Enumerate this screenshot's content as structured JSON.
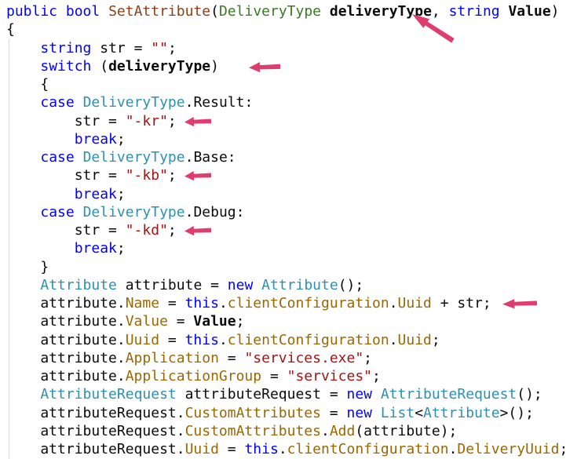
{
  "editor": {
    "background": "#ffffff",
    "colors": {
      "background": "#ffffff",
      "keyword": "#0000ff",
      "type": "#2b91af",
      "enum_type": "#377b21",
      "string": "#a31515",
      "member": "#9a6700",
      "method": "#8c3f12",
      "parameter": "#0a0a0a",
      "plain": "#0a0a0a",
      "arrow": "#de3d6d",
      "indent_guide": "#d7d7d7"
    },
    "lines": [
      {
        "segments": [
          [
            "kw",
            "public"
          ],
          [
            "pl",
            " "
          ],
          [
            "kw",
            "bool"
          ],
          [
            "pl",
            " "
          ],
          [
            "mth",
            "SetAttribute"
          ],
          [
            "pl",
            "("
          ],
          [
            "en",
            "DeliveryType"
          ],
          [
            "pl",
            " "
          ],
          [
            "pr",
            "deliveryType"
          ],
          [
            "pl",
            ", "
          ],
          [
            "kw",
            "string"
          ],
          [
            "pl",
            " "
          ],
          [
            "pr",
            "Value"
          ],
          [
            "pl",
            ")"
          ]
        ]
      },
      {
        "segments": [
          [
            "pl",
            "{"
          ]
        ]
      },
      {
        "segments": [
          [
            "pl",
            "    "
          ],
          [
            "kw",
            "string"
          ],
          [
            "pl",
            " str = "
          ],
          [
            "st",
            "\"\""
          ],
          [
            "pl",
            ";"
          ]
        ]
      },
      {
        "segments": [
          [
            "pl",
            "    "
          ],
          [
            "kw",
            "switch"
          ],
          [
            "pl",
            " ("
          ],
          [
            "pr",
            "deliveryType"
          ],
          [
            "pl",
            ")"
          ]
        ],
        "arrow": {
          "margin": 38,
          "width": 40,
          "height": 15
        }
      },
      {
        "segments": [
          [
            "pl",
            "    {"
          ]
        ]
      },
      {
        "segments": [
          [
            "pl",
            "    "
          ],
          [
            "kw",
            "case"
          ],
          [
            "pl",
            " "
          ],
          [
            "ty",
            "DeliveryType"
          ],
          [
            "pl",
            ".Result:"
          ]
        ]
      },
      {
        "segments": [
          [
            "pl",
            "        str = "
          ],
          [
            "st",
            "\"-kr\""
          ],
          [
            "pl",
            ";"
          ]
        ],
        "arrow": {
          "margin": 10,
          "width": 34,
          "height": 14
        }
      },
      {
        "segments": [
          [
            "pl",
            "        "
          ],
          [
            "kw",
            "break"
          ],
          [
            "pl",
            ";"
          ]
        ]
      },
      {
        "segments": [
          [
            "pl",
            "    "
          ],
          [
            "kw",
            "case"
          ],
          [
            "pl",
            " "
          ],
          [
            "ty",
            "DeliveryType"
          ],
          [
            "pl",
            ".Base:"
          ]
        ]
      },
      {
        "segments": [
          [
            "pl",
            "        str = "
          ],
          [
            "st",
            "\"-kb\""
          ],
          [
            "pl",
            ";"
          ]
        ],
        "arrow": {
          "margin": 10,
          "width": 34,
          "height": 14
        }
      },
      {
        "segments": [
          [
            "pl",
            "        "
          ],
          [
            "kw",
            "break"
          ],
          [
            "pl",
            ";"
          ]
        ]
      },
      {
        "segments": [
          [
            "pl",
            "    "
          ],
          [
            "kw",
            "case"
          ],
          [
            "pl",
            " "
          ],
          [
            "ty",
            "DeliveryType"
          ],
          [
            "pl",
            ".Debug:"
          ]
        ]
      },
      {
        "segments": [
          [
            "pl",
            "        str = "
          ],
          [
            "st",
            "\"-kd\""
          ],
          [
            "pl",
            ";"
          ]
        ],
        "arrow": {
          "margin": 10,
          "width": 34,
          "height": 14
        }
      },
      {
        "segments": [
          [
            "pl",
            "        "
          ],
          [
            "kw",
            "break"
          ],
          [
            "pl",
            ";"
          ]
        ]
      },
      {
        "segments": [
          [
            "pl",
            "    }"
          ]
        ]
      },
      {
        "segments": [
          [
            "pl",
            "    "
          ],
          [
            "ty",
            "Attribute"
          ],
          [
            "pl",
            " attribute = "
          ],
          [
            "kw",
            "new"
          ],
          [
            "pl",
            " "
          ],
          [
            "ty",
            "Attribute"
          ],
          [
            "pl",
            "();"
          ]
        ]
      },
      {
        "segments": [
          [
            "pl",
            "    attribute."
          ],
          [
            "mem",
            "Name"
          ],
          [
            "pl",
            " = "
          ],
          [
            "kw",
            "this"
          ],
          [
            "pl",
            "."
          ],
          [
            "mem",
            "clientConfiguration"
          ],
          [
            "pl",
            "."
          ],
          [
            "mem",
            "Uuid"
          ],
          [
            "pl",
            " + str;"
          ]
        ],
        "arrow": {
          "margin": 14,
          "width": 44,
          "height": 14
        }
      },
      {
        "segments": [
          [
            "pl",
            "    attribute."
          ],
          [
            "mem",
            "Value"
          ],
          [
            "pl",
            " = "
          ],
          [
            "pr",
            "Value"
          ],
          [
            "pl",
            ";"
          ]
        ]
      },
      {
        "segments": [
          [
            "pl",
            "    attribute."
          ],
          [
            "mem",
            "Uuid"
          ],
          [
            "pl",
            " = "
          ],
          [
            "kw",
            "this"
          ],
          [
            "pl",
            "."
          ],
          [
            "mem",
            "clientConfiguration"
          ],
          [
            "pl",
            "."
          ],
          [
            "mem",
            "Uuid"
          ],
          [
            "pl",
            ";"
          ]
        ]
      },
      {
        "segments": [
          [
            "pl",
            "    attribute."
          ],
          [
            "mem",
            "Application"
          ],
          [
            "pl",
            " = "
          ],
          [
            "st",
            "\"services.exe\""
          ],
          [
            "pl",
            ";"
          ]
        ]
      },
      {
        "segments": [
          [
            "pl",
            "    attribute."
          ],
          [
            "mem",
            "ApplicationGroup"
          ],
          [
            "pl",
            " = "
          ],
          [
            "st",
            "\"services\""
          ],
          [
            "pl",
            ";"
          ]
        ]
      },
      {
        "segments": [
          [
            "pl",
            "    "
          ],
          [
            "ty",
            "AttributeRequest"
          ],
          [
            "pl",
            " attributeRequest = "
          ],
          [
            "kw",
            "new"
          ],
          [
            "pl",
            " "
          ],
          [
            "ty",
            "AttributeRequest"
          ],
          [
            "pl",
            "();"
          ]
        ]
      },
      {
        "segments": [
          [
            "pl",
            "    attributeRequest."
          ],
          [
            "mem",
            "CustomAttributes"
          ],
          [
            "pl",
            " = "
          ],
          [
            "kw",
            "new"
          ],
          [
            "pl",
            " "
          ],
          [
            "ty",
            "List"
          ],
          [
            "pl",
            "<"
          ],
          [
            "ty",
            "Attribute"
          ],
          [
            "pl",
            ">();"
          ]
        ]
      },
      {
        "segments": [
          [
            "pl",
            "    attributeRequest."
          ],
          [
            "mem",
            "CustomAttributes"
          ],
          [
            "pl",
            "."
          ],
          [
            "mem",
            "Add"
          ],
          [
            "pl",
            "(attribute);"
          ]
        ]
      },
      {
        "segments": [
          [
            "pl",
            "    attributeRequest."
          ],
          [
            "mem",
            "Uuid"
          ],
          [
            "pl",
            " = "
          ],
          [
            "kw",
            "this"
          ],
          [
            "pl",
            "."
          ],
          [
            "mem",
            "clientConfiguration"
          ],
          [
            "pl",
            "."
          ],
          [
            "mem",
            "DeliveryUuid"
          ],
          [
            "pl",
            ";"
          ]
        ]
      }
    ],
    "annotations": {
      "diagonal_arrow": {
        "direction": "up-left",
        "points_at": "deliveryType parameter"
      },
      "inline_arrow_lines": [
        4,
        7,
        10,
        13,
        17
      ]
    }
  }
}
